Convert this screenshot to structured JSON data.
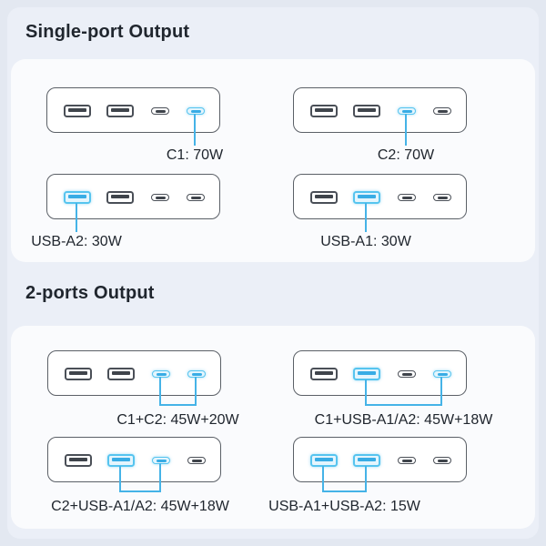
{
  "sections": [
    {
      "title": "Single-port Output",
      "devices": [
        {
          "label": "C1: 70W",
          "highlight": [
            3
          ]
        },
        {
          "label": "C2: 70W",
          "highlight": [
            2
          ]
        },
        {
          "label": "USB-A2: 30W",
          "highlight": [
            0
          ]
        },
        {
          "label": "USB-A1: 30W",
          "highlight": [
            1
          ]
        }
      ]
    },
    {
      "title": "2-ports Output",
      "devices": [
        {
          "label": "C1+C2: 45W+20W",
          "highlight": [
            2,
            3
          ]
        },
        {
          "label": "C1+USB-A1/A2: 45W+18W",
          "highlight": [
            1,
            3
          ]
        },
        {
          "label": "C2+USB-A1/A2: 45W+18W",
          "highlight": [
            1,
            2
          ]
        },
        {
          "label": "USB-A1+USB-A2: 15W",
          "highlight": [
            0,
            1
          ]
        }
      ]
    }
  ],
  "port_order": [
    "USB-A2",
    "USB-A1",
    "C2",
    "C1"
  ],
  "port_types": [
    "usb-a",
    "usb-a",
    "usb-c",
    "usb-c"
  ],
  "colors": {
    "background": "#ebeff7",
    "card": "#fafbfd",
    "text": "#20262e",
    "device_border": "#5b6067",
    "port_border": "#4a4f57",
    "port_dark": "#3f444b",
    "highlight": "#38ace5",
    "highlight_border": "#56c4ef",
    "highlight_fill": "#e4f5fd",
    "line": "#45b3e7"
  }
}
